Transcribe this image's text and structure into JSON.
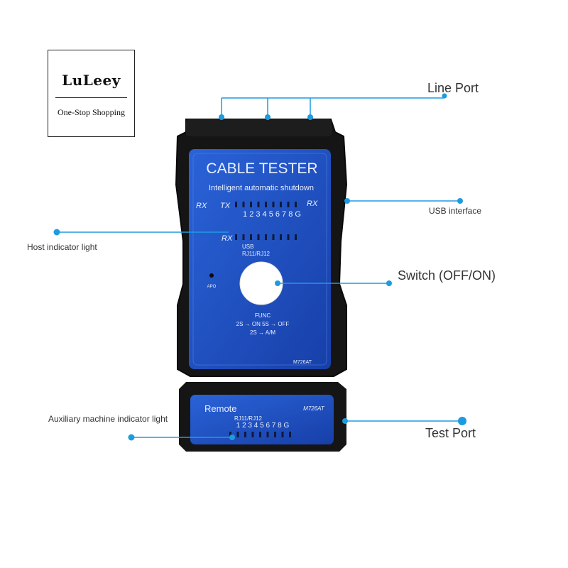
{
  "brand": {
    "name": "LuLeey",
    "tagline": "One-Stop Shopping"
  },
  "device": {
    "title": "CABLE TESTER",
    "subtitle": "Intelligent automatic shutdown",
    "rx_left": "RX",
    "tx": "TX",
    "rx_right": "RX",
    "pin_numbers": "1 2 3 4 5 6 7 8 G",
    "rx_second": "RX",
    "usb_label": "USB",
    "rj_label": "RJ11/RJ12",
    "apo_label": "APO",
    "func_label": "FUNC",
    "func_line1": "2S → ON   5S → OFF",
    "func_line2": "2S → A/M",
    "model_main": "M726AT",
    "remote_label": "Remote",
    "remote_model": "M726AT",
    "remote_rj_label": "RJ11/RJ12",
    "remote_pins": "1 2 3 4 5 6 7 8 G"
  },
  "callouts": {
    "line_port": "Line Port",
    "usb_interface": "USB interface",
    "host_indicator": "Host indicator light",
    "switch": "Switch (OFF/ON)",
    "aux_indicator": "Auxiliary machine indicator light",
    "test_port": "Test Port"
  },
  "colors": {
    "accent_line": "#1e9be0",
    "panel_blue": "#1f4fc4",
    "body_black": "#151515"
  }
}
